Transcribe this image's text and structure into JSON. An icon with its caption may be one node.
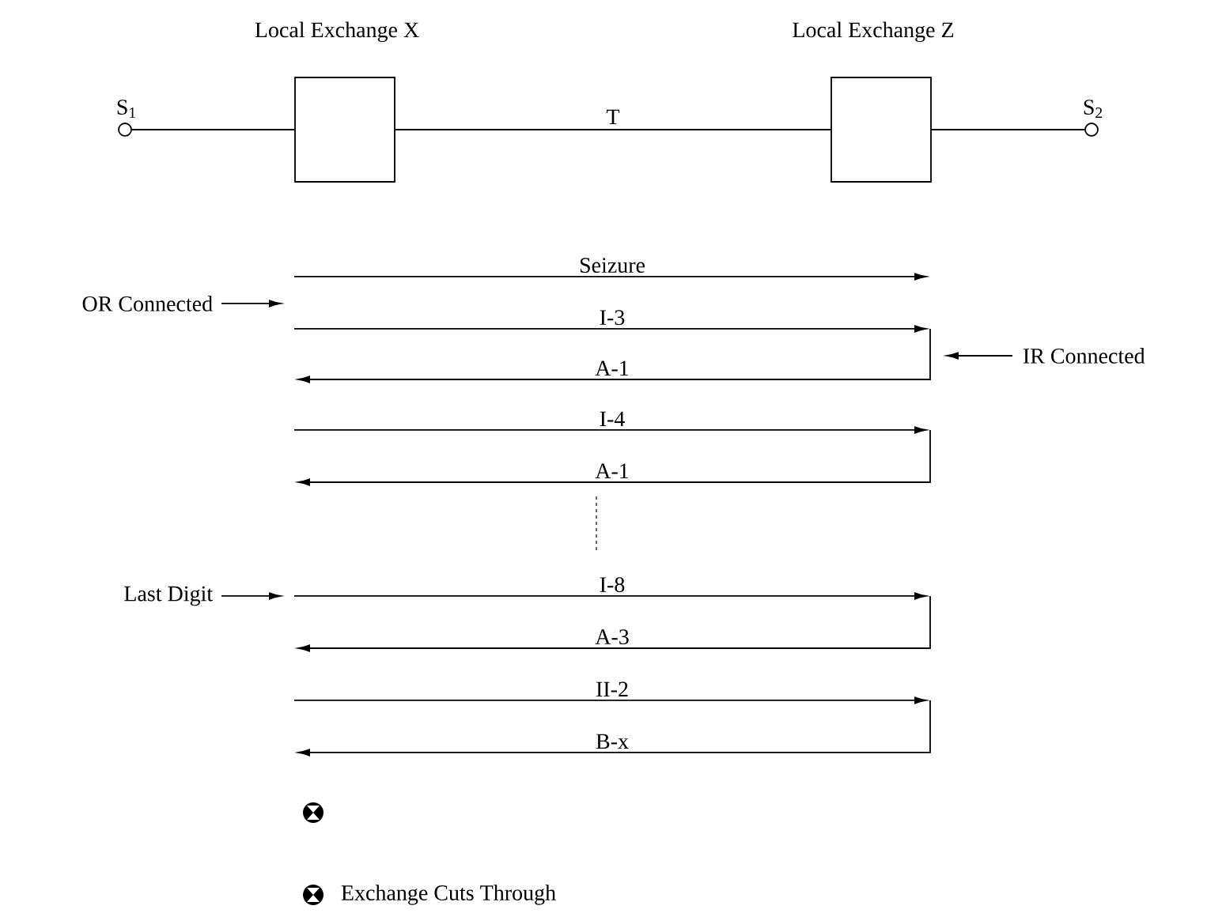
{
  "diagram": {
    "nodes": [
      {
        "text": [
          "S$_{1}$"
        ]
      },
      {
        "text": [
          "Local Exchange X"
        ]
      },
      {
        "text": [
          "Local Exchange Z"
        ]
      },
      {
        "text": [
          "S$_{2}$"
        ]
      }
    ],
    "edges": [
      {
        "from": 0,
        "to": 1,
        "arrow": "none"
      },
      {
        "from": 1,
        "to": 2,
        "arrow": "none",
        "label": "T"
      },
      {
        "from": 2,
        "to": 3,
        "arrow": "none"
      }
    ],
    "labels": [
      "Seizure",
      "OR Connected",
      "I-3",
      "IR Connected",
      "A-1",
      "I-4",
      "A-1",
      "Last Digit",
      "I-8",
      "A-3",
      "II-2",
      "B-x"
    ],
    "legend": [
      {
        "text": "Exchange Cuts Through"
      }
    ]
  }
}
